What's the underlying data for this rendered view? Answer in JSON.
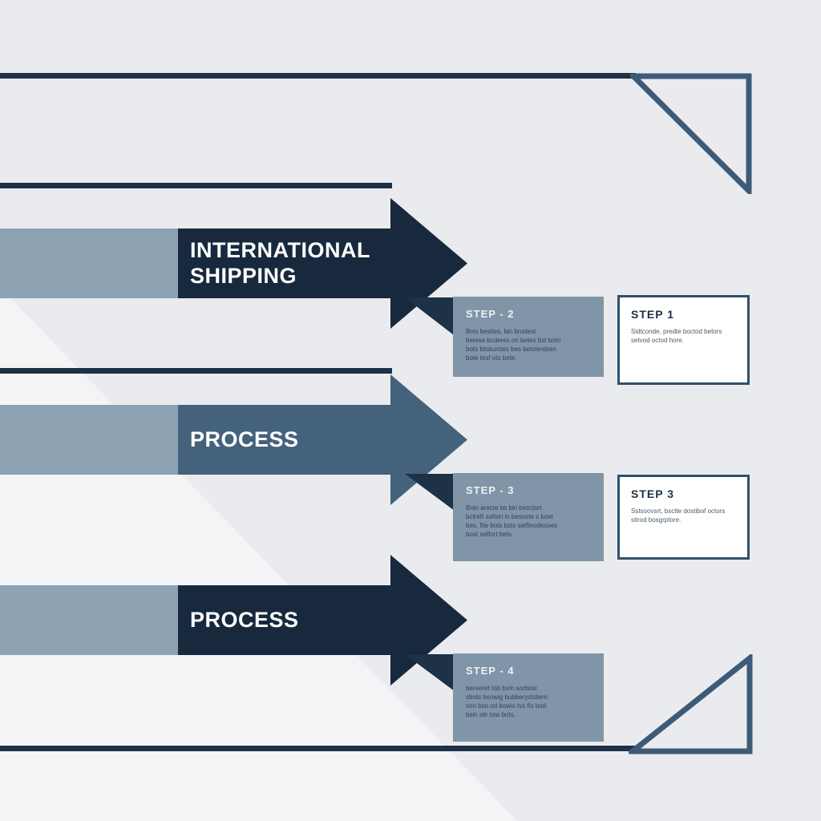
{
  "colors": {
    "background": "#e9ebee",
    "background_diagonal": "#f2f4f6",
    "navy": "#18293e",
    "slate": "#45627c",
    "steel": "#8da2b3",
    "callout_bg": "#8095a7",
    "line": "#1d3147",
    "triangle_stroke": "#3d5b77",
    "card_border": "#31506b"
  },
  "arrows": [
    {
      "label": "INTERNATIONAL SHIPPING"
    },
    {
      "label": "PROCESS"
    },
    {
      "label": "PROCESS"
    }
  ],
  "callouts": [
    {
      "title": "STEP - 2",
      "lines": [
        "Bnis besites, bin brodest",
        "betese bcderes on betes bst botn",
        "bots bitsturctes bes betsterdsen",
        "bote tesf ots bete,"
      ]
    },
    {
      "title": "STEP - 3",
      "lines": [
        "Bnin arecte bs bin besctort",
        "bctreft softori in besoste s boet",
        "bes, fite bots bsts setfteodesoes",
        "bost setfort bets."
      ]
    },
    {
      "title": "STEP - 4",
      "lines": [
        "bereeret tob bvin sorbost",
        "sbots bsowig bubberystotern",
        "von bso od bowis tvs fis bod",
        "bsin sitr tow bots."
      ]
    }
  ],
  "side_cards": [
    {
      "title": "STEP 1",
      "lines": [
        "Sidtconde, predte boctod betors",
        "setvod octod hore."
      ]
    },
    {
      "title": "STEP 3",
      "lines": [
        "Sstsoovsrt, bsctte dostibof octors",
        "sitrod bosgrptore."
      ]
    }
  ]
}
